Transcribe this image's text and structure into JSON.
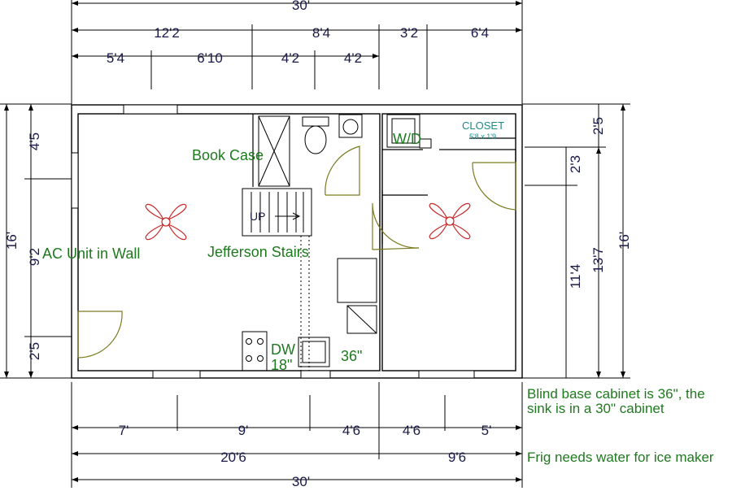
{
  "dimensions": {
    "top_total": "30'",
    "top_row1": [
      "12'2",
      "8'4",
      "3'2",
      "6'4"
    ],
    "top_row2": [
      "5'4",
      "6'10",
      "4'2",
      "4'2"
    ],
    "bottom_row1": [
      "7'",
      "9'",
      "4'6",
      "4'6",
      "5'"
    ],
    "bottom_row2": [
      "20'6",
      "9'6"
    ],
    "bottom_total": "30'",
    "left_outer": "16'",
    "left_inner": [
      "4'5",
      "9'2",
      "2'5"
    ],
    "right_inner": [
      "2'5",
      "2'3",
      "11'4"
    ],
    "right_mid": "13'7",
    "right_outer": "16'"
  },
  "labels": {
    "book_case": "Book Case",
    "wd": "W/D",
    "closet": "CLOSET",
    "closet_size": "5'8 x 1'9",
    "up": "UP",
    "ac_unit": "AC Unit in Wall",
    "stairs": "Jefferson Stairs",
    "dw": "DW",
    "dw_size": "18\"",
    "sink_cab": "36\""
  },
  "notes": {
    "cabinet": "Blind base cabinet is 36\", the sink is in a 30\" cabinet",
    "frig": "Frig needs water for ice maker"
  },
  "colors": {
    "wall": "#000000",
    "dimension_text": "#1a1a4a",
    "label_green": "#1e7a1e",
    "closet_teal": "#1e8a8a",
    "fan_red": "#c82828",
    "door_olive": "#7a7a20"
  }
}
